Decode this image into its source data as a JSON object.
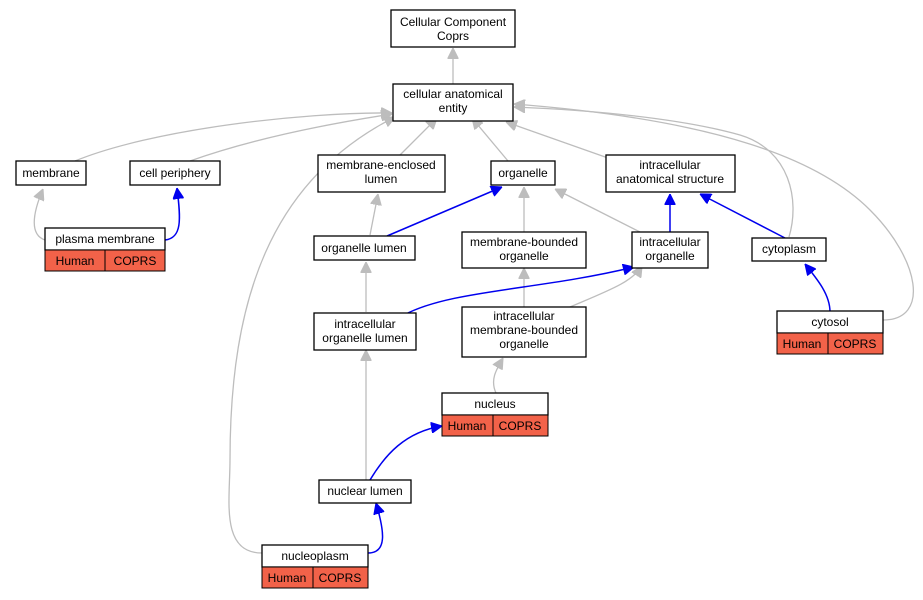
{
  "nodes": {
    "root": {
      "lines": [
        "Cellular Component",
        "Coprs"
      ]
    },
    "cae": {
      "lines": [
        "cellular anatomical",
        "entity"
      ]
    },
    "membrane": {
      "lines": [
        "membrane"
      ]
    },
    "cell_periphery": {
      "lines": [
        "cell periphery"
      ]
    },
    "mel": {
      "lines": [
        "membrane-enclosed",
        "lumen"
      ]
    },
    "organelle": {
      "lines": [
        "organelle"
      ]
    },
    "ias": {
      "lines": [
        "intracellular",
        "anatomical structure"
      ]
    },
    "plasma_membrane": {
      "lines": [
        "plasma membrane"
      ],
      "ann": [
        "Human",
        "COPRS"
      ]
    },
    "organelle_lumen": {
      "lines": [
        "organelle lumen"
      ]
    },
    "mbo": {
      "lines": [
        "membrane-bounded",
        "organelle"
      ]
    },
    "io": {
      "lines": [
        "intracellular",
        "organelle"
      ]
    },
    "cytoplasm": {
      "lines": [
        "cytoplasm"
      ]
    },
    "iol": {
      "lines": [
        "intracellular",
        "organelle lumen"
      ]
    },
    "imbo": {
      "lines": [
        "intracellular",
        "membrane-bounded",
        "organelle"
      ]
    },
    "cytosol": {
      "lines": [
        "cytosol"
      ],
      "ann": [
        "Human",
        "COPRS"
      ]
    },
    "nucleus": {
      "lines": [
        "nucleus"
      ],
      "ann": [
        "Human",
        "COPRS"
      ]
    },
    "nuclear_lumen": {
      "lines": [
        "nuclear lumen"
      ]
    },
    "nucleoplasm": {
      "lines": [
        "nucleoplasm"
      ],
      "ann": [
        "Human",
        "COPRS"
      ]
    }
  },
  "colors": {
    "is_a_edge": "#bdbdbd",
    "part_of_edge": "#0000ee",
    "annotation_fill": "#f26249",
    "node_border": "#000000",
    "background": "#ffffff"
  }
}
